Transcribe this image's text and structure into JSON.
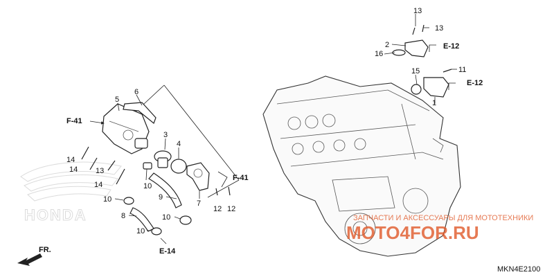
{
  "diagram_code": "MKN4E2100",
  "front_indicator": "FR.",
  "watermark": {
    "line1": "ЗАПЧАСТИ И АКСЕССУАРЫ ДЛЯ МОТОТЕХНИКИ",
    "line2": "MOTO4FOR.RU",
    "color": "#e05a2a"
  },
  "logo_text": "HONDA",
  "references": [
    "F-41",
    "F-41",
    "E-12",
    "E-12",
    "E-14"
  ],
  "callouts": [
    "1",
    "2",
    "3",
    "4",
    "5",
    "6",
    "7",
    "8",
    "9",
    "10",
    "10",
    "10",
    "11",
    "12",
    "12",
    "13",
    "13",
    "13",
    "14",
    "14",
    "14",
    "15",
    "16"
  ]
}
